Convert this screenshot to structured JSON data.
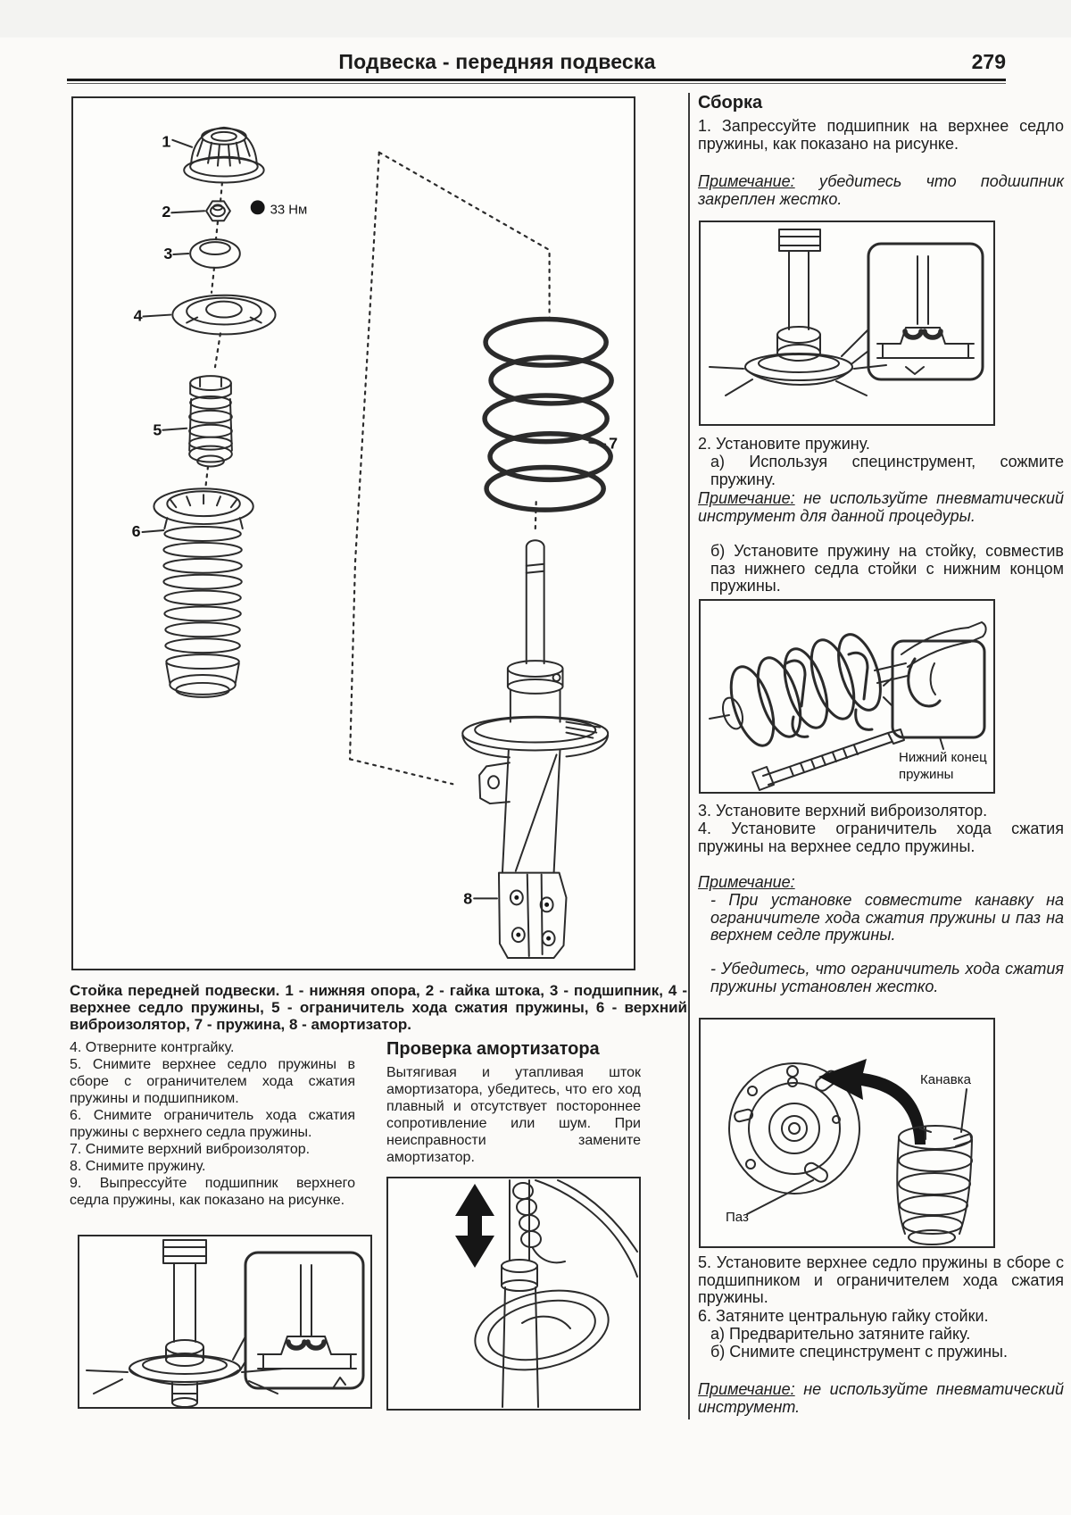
{
  "colors": {
    "ink": "#2b2b2b",
    "paper": "#fbfaf8"
  },
  "header": {
    "title": "Подвеска - передняя подвеска",
    "page_number": "279"
  },
  "main_figure": {
    "caption": "Стойка передней подвески. 1 - нижняя опора, 2 - гайка штока, 3 - подшипник, 4 - верхнее седло пружины, 5 - ограничитель хода сжатия пружины, 6 - верхний виброизолятор, 7 - пружина, 8 - амортизатор.",
    "torque_label": "33 Нм",
    "part_numbers": [
      "1",
      "2",
      "3",
      "4",
      "5",
      "6",
      "7",
      "8"
    ]
  },
  "disassembly_steps": [
    "4. Отверните контргайку.",
    "5. Снимите верхнее седло пружины в сборе с ограничителем хода сжатия пружины и подшипником.",
    "6. Снимите ограничитель хода сжатия пружины с верхнего седла пружины.",
    "7. Снимите верхний виброизолятор.",
    "8. Снимите пружину.",
    "9. Выпрессуйте подшипник верхнего седла пружины, как показано на рисунке."
  ],
  "shock_check": {
    "heading": "Проверка амортизатора",
    "body": "Вытягивая и утапливая шток амортизатора, убедитесь, что его ход плавный и отсутствует постороннее сопротивление или шум. При неисправности замените амортизатор."
  },
  "assembly": {
    "heading": "Сборка",
    "step1": "1. Запрессуйте подшипник на верхнее седло пружины, как показано на рисунке.",
    "note1_label": "Примечание:",
    "note1_text": "убедитесь что подшипник закреплен жестко.",
    "step2": "2. Установите пружину.",
    "step2a": "а) Используя специнструмент, сожмите пружину.",
    "note2_label": "Примечание:",
    "note2_text": "не используйте пневматический инструмент для данной процедуры.",
    "step2b": "б) Установите пружину на стойку, совместив паз нижнего седла стойки с нижним концом пружины.",
    "fig_spring_label": [
      "Нижний конец",
      "пружины"
    ],
    "step3": "3. Установите верхний виброизолятор.",
    "step4": "4. Установите ограничитель хода сжатия пружины на верхнее седло пружины.",
    "note3_label": "Примечание:",
    "note3_item1": "- При установке совместите канавку на ограничителе хода сжатия пружины и паз на верхнем седле пружины.",
    "note3_item2": "- Убедитесь, что ограничитель хода сжатия пружины установлен жестко.",
    "fig_seat_groove_label": "Канавка",
    "fig_seat_slot_label": "Паз",
    "step5": "5. Установите верхнее седло пружины в сборе с подшипником и ограничителем хода сжатия пружины.",
    "step6": "6. Затяните центральную гайку стойки.",
    "step6a": "а) Предварительно затяните гайку.",
    "step6b": "б) Снимите специнструмент с пружины.",
    "note4_label": "Примечание:",
    "note4_text": "не используйте пневматический инструмент."
  }
}
